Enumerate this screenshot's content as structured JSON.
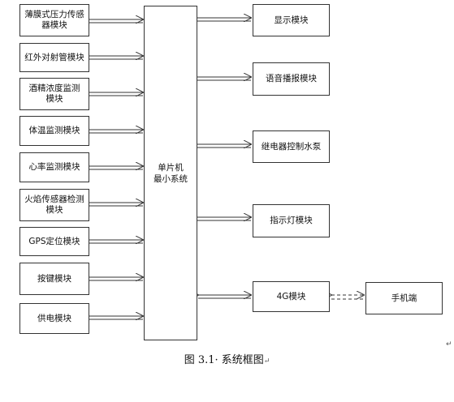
{
  "inputs": [
    {
      "line1": "薄膜式压力传感",
      "line2": "器模块"
    },
    {
      "line1": "红外对射管模块",
      "line2": ""
    },
    {
      "line1": "酒精浓度监测",
      "line2": "模块"
    },
    {
      "line1": "体温监测模块",
      "line2": ""
    },
    {
      "line1": "心率监测模块",
      "line2": ""
    },
    {
      "line1": "火焰传感器检测",
      "line2": "模块"
    },
    {
      "line1": "GPS定位模块",
      "line2": ""
    },
    {
      "line1": "按键模块",
      "line2": ""
    },
    {
      "line1": "供电模块",
      "line2": ""
    }
  ],
  "mcu": {
    "line1": "单片机",
    "line2": "最小系统"
  },
  "outputs": [
    {
      "label": "显示模块"
    },
    {
      "label": "语音播报模块"
    },
    {
      "label": "继电器控制水泵"
    },
    {
      "label": "指示灯模块"
    },
    {
      "label": "4G模块"
    }
  ],
  "phone": {
    "label": "手机端"
  },
  "caption": "图 3.1· 系统框图",
  "caption_mark": "↵",
  "edge_mark": "↵"
}
